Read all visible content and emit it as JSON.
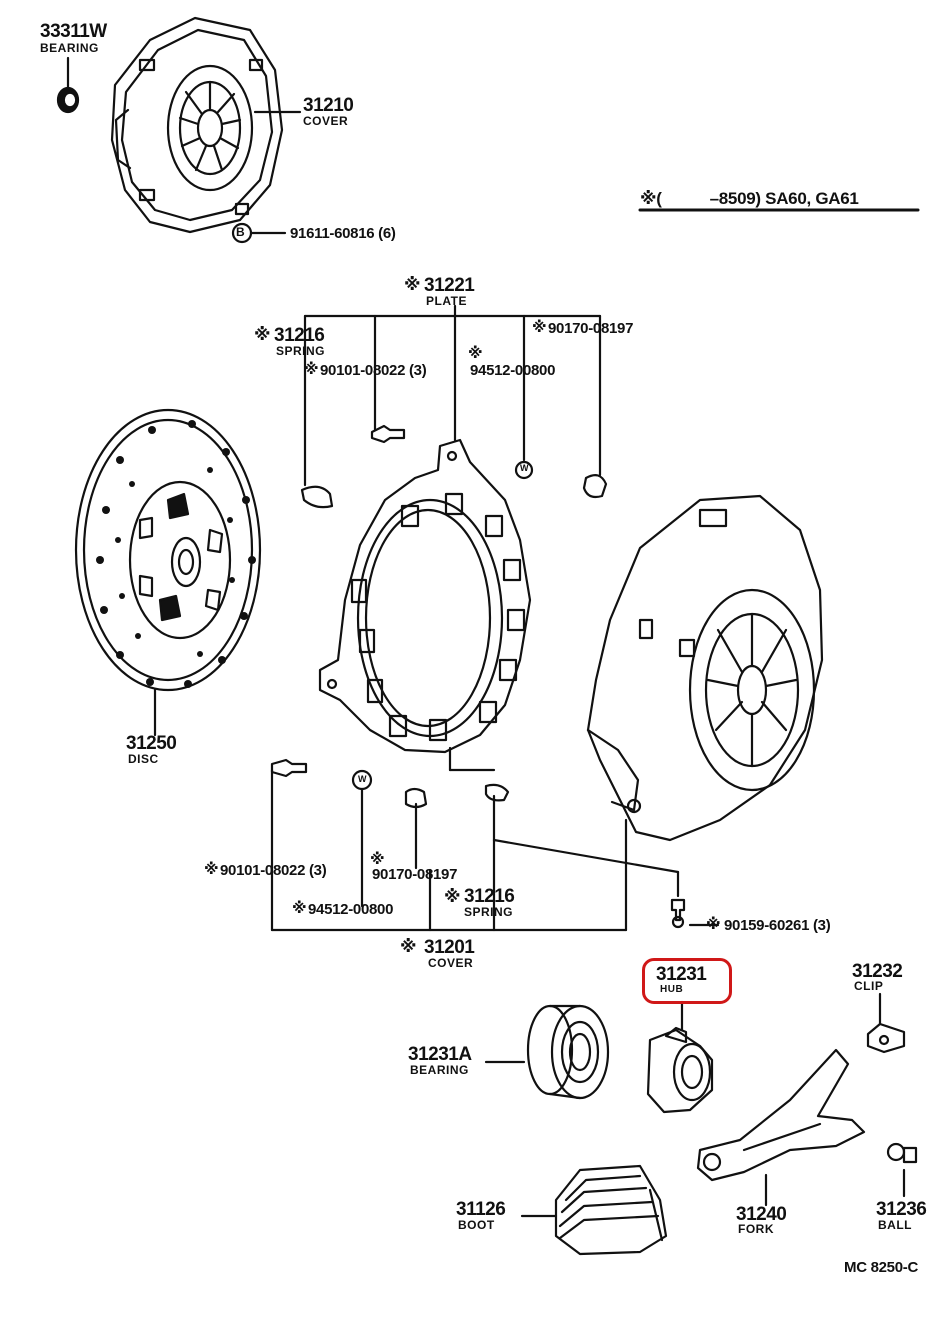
{
  "header_note": {
    "star": "※",
    "text_a": "(",
    "text_b": "–8509) SA60, GA61"
  },
  "parts": {
    "p33311w": {
      "number": "33311W",
      "name": "BEARING"
    },
    "p31210": {
      "number": "31210",
      "name": "COVER"
    },
    "p91611": {
      "number": "91611-60816 (6)"
    },
    "p31221": {
      "number": "31221",
      "name": "PLATE"
    },
    "p31216a": {
      "number": "31216",
      "name": "SPRING"
    },
    "p90170a": {
      "number": "90170-08197"
    },
    "p90101a": {
      "number": "90101-08022 (3)"
    },
    "p94512a": {
      "number": "94512-00800"
    },
    "p31250": {
      "number": "31250",
      "name": "DISC"
    },
    "p90101b": {
      "number": "90101-08022 (3)"
    },
    "p90170b": {
      "number": "90170-08197"
    },
    "p31216b": {
      "number": "31216",
      "name": "SPRING"
    },
    "p94512b": {
      "number": "94512-00800"
    },
    "p90159": {
      "number": "90159-60261 (3)"
    },
    "p31201": {
      "number": "31201",
      "name": "COVER"
    },
    "p31231": {
      "number": "31231",
      "name": "HUB"
    },
    "p31232": {
      "number": "31232",
      "name": "CLIP"
    },
    "p31231a": {
      "number": "31231A",
      "name": "BEARING"
    },
    "p31126": {
      "number": "31126",
      "name": "BOOT"
    },
    "p31240": {
      "number": "31240",
      "name": "FORK"
    },
    "p31236": {
      "number": "31236",
      "name": "BALL"
    }
  },
  "star_mark": "※",
  "bolt_symbol": "B",
  "washer_symbol": "W",
  "figure_code": "MC 8250-C",
  "highlight": {
    "part": "31231",
    "color": "#d01818"
  }
}
